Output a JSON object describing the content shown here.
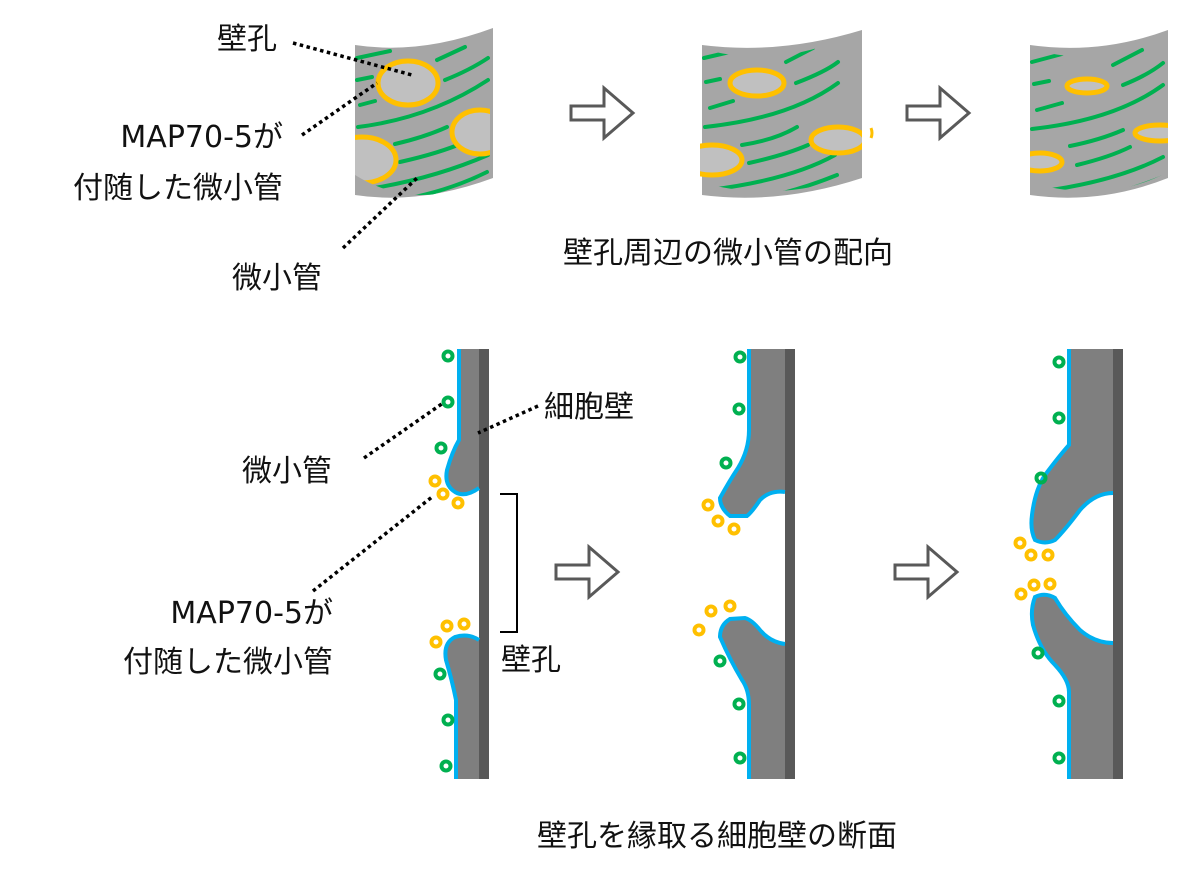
{
  "colors": {
    "cylinder_fill": "#a6a6a6",
    "pit_fill": "#c0c0c0",
    "map70_ring": "#ffc000",
    "microtubule": "#00b050",
    "wall_fill": "#7f7f7f",
    "wall_outer": "#595959",
    "membrane": "#00b0f0",
    "arrow_stroke": "#595959",
    "leader_line": "#000000"
  },
  "top_panel": {
    "labels": {
      "pit": "壁孔",
      "map70_line1": "MAP70-5が",
      "map70_line2": "付随した微小管",
      "microtubule": "微小管"
    },
    "caption": "壁孔周辺の微小管の配向",
    "stages": [
      {
        "name": "stage-1",
        "pit_shape": "wide"
      },
      {
        "name": "stage-2",
        "pit_shape": "medium"
      },
      {
        "name": "stage-3",
        "pit_shape": "narrow"
      }
    ]
  },
  "bottom_panel": {
    "labels": {
      "cell_wall": "細胞壁",
      "microtubule": "微小管",
      "map70_line1": "MAP70-5が",
      "map70_line2": "付随した微小管",
      "pit": "壁孔"
    },
    "caption": "壁孔を縁取る細胞壁の断面",
    "stages": [
      {
        "name": "stage-1"
      },
      {
        "name": "stage-2"
      },
      {
        "name": "stage-3"
      }
    ]
  },
  "icons": {
    "arrow": "hollow-right-arrow"
  }
}
